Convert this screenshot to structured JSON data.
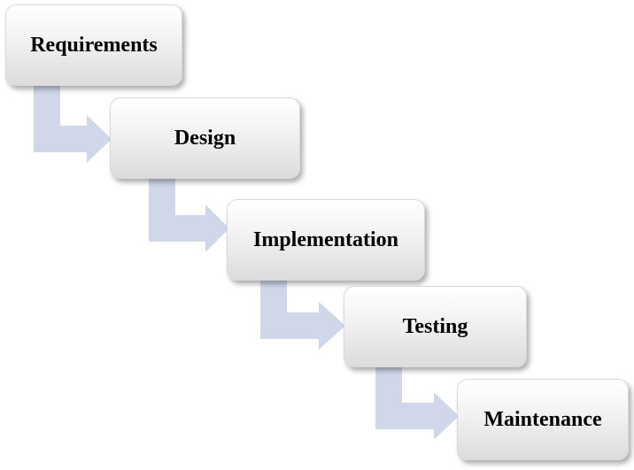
{
  "diagram": {
    "colors": {
      "connector_fill": "#d0d7e8",
      "box_top": "#ffffff",
      "box_bottom": "#dcdcdc",
      "text": "#000000"
    },
    "steps": [
      {
        "label": "Requirements"
      },
      {
        "label": "Design"
      },
      {
        "label": "Implementation"
      },
      {
        "label": "Testing"
      },
      {
        "label": "Maintenance"
      }
    ],
    "connector_icon": "bent-arrow-icon"
  }
}
